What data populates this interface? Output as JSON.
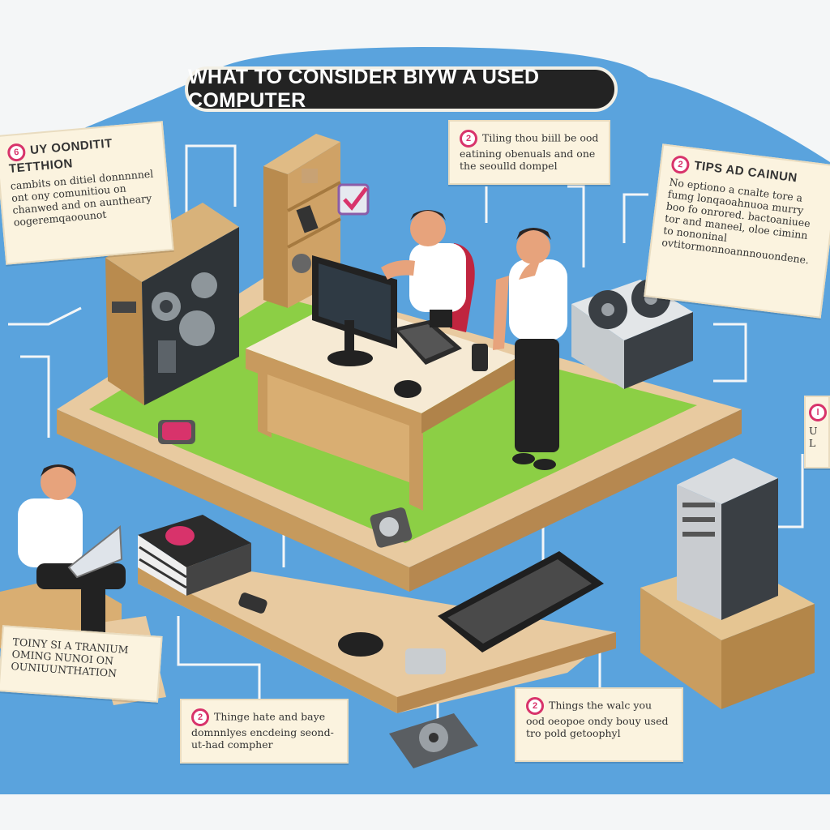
{
  "title": "WHAT TO CONSIDER BIYW A USED COMPUTER",
  "colors": {
    "background_blue": "#5aa3dd",
    "platform_green": "#8ccf45",
    "wood": "#d9b57c",
    "accent_pink": "#d8336b",
    "note_paper": "#fbf3df",
    "title_pill": "#232323"
  },
  "callouts": {
    "top_left": {
      "badge": "6",
      "heading": "UY OONDITIT TETTHION",
      "body": "cambits on ditiel donnnnnel ont ony comunitiou on chanwed and on auntheary oogeremqaoounot"
    },
    "top_center": {
      "badge": "2",
      "body": "Tiling thou biill be ood eatining obenuals and one the seoulld dompel"
    },
    "top_right": {
      "badge": "2",
      "heading": "TIPS AD CAINUN",
      "body": "No eptiono a cnalte tore a fumg lonqaoahnuoa murry boo fo onrored. bactoaniuee tor and maneel, oloe ciminn to nononinal ovtitormonnoannnouondene."
    },
    "right_edge": {
      "badge": "l",
      "body": "U L"
    },
    "bottom_left": {
      "body": "TOINY SI A TRANIUM OMING NUNOI ON OUNIUUNTHATION"
    },
    "bottom_center": {
      "badge": "2",
      "body": "Thinge hate and baye domnnlyes encdeing seond-ut-had compher"
    },
    "bottom_right": {
      "badge": "2",
      "body": "Things the walc you ood oeopoe ondy bouy used tro pold getoophyl"
    }
  },
  "icons": [
    "computer-tower-icon",
    "monitor-icon",
    "keyboard-icon",
    "mouse-icon",
    "graphics-card-icon",
    "hard-drive-icon",
    "bookshelf-icon",
    "checkmark-icon",
    "book-stack-icon",
    "laptop-icon",
    "desk-icon"
  ]
}
